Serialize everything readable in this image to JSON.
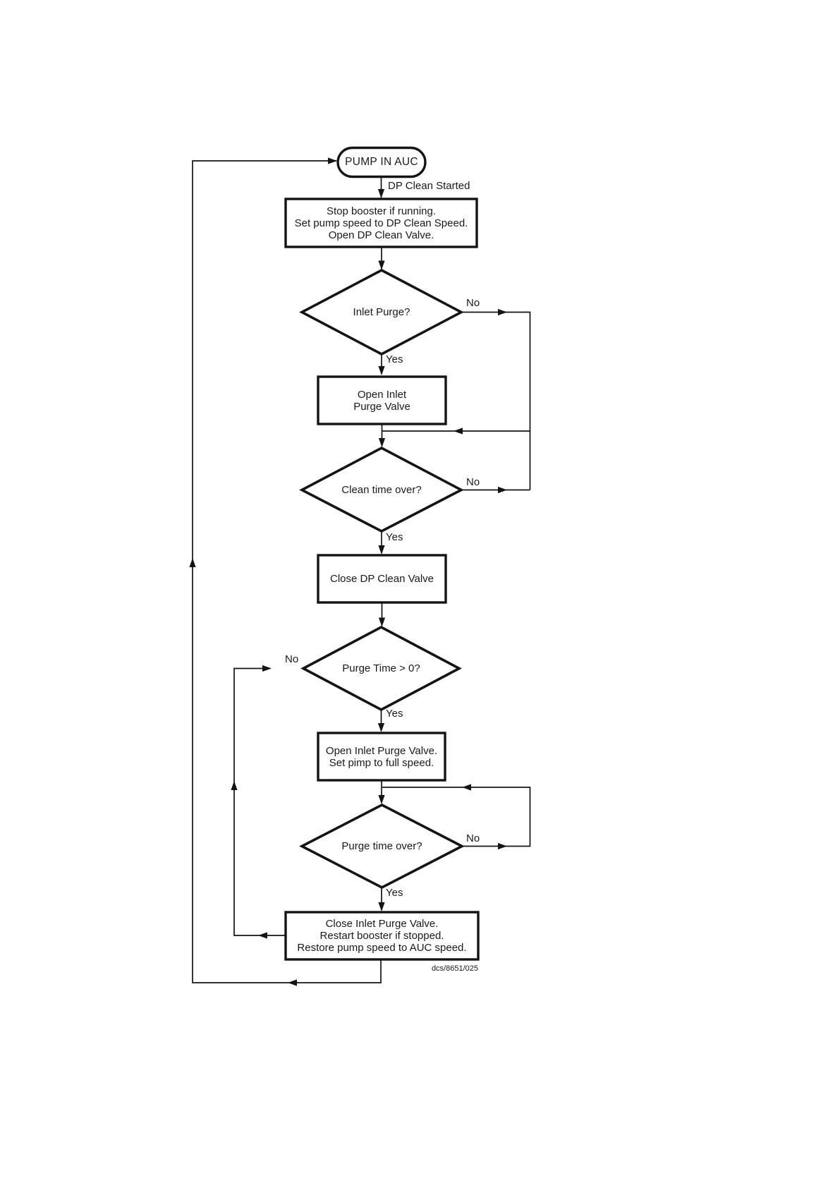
{
  "figure": {
    "background": "#ffffff",
    "line_color": "#141414",
    "footnote": "dcs/8651/025"
  },
  "nodes": {
    "start": {
      "type": "terminator",
      "label": "PUMP IN AUC"
    },
    "init": {
      "type": "process",
      "lines": [
        "Stop booster if running.",
        "Set pump speed to DP Clean Speed.",
        "Open DP Clean Valve."
      ]
    },
    "inlet_purge": {
      "type": "decision",
      "label": "Inlet Purge?"
    },
    "open_inlet": {
      "type": "process",
      "lines": [
        "Open Inlet",
        "Purge Valve"
      ]
    },
    "clean_time": {
      "type": "decision",
      "label": "Clean time over?"
    },
    "close_dp": {
      "type": "process",
      "label": "Close DP Clean Valve"
    },
    "purge_time_gt0": {
      "type": "decision",
      "label": "Purge Time > 0?"
    },
    "open_inlet_full": {
      "type": "process",
      "lines": [
        "Open Inlet Purge Valve.",
        "Set pimp to full speed."
      ]
    },
    "purge_time_over": {
      "type": "decision",
      "label": "Purge time over?"
    },
    "finish": {
      "type": "process",
      "lines": [
        "Close Inlet Purge Valve.",
        "Restart booster if stopped.",
        "Restore pump speed to AUC speed."
      ]
    }
  },
  "edges": {
    "dp_clean_started": "DP Clean Started",
    "yes": "Yes",
    "no": "No"
  }
}
